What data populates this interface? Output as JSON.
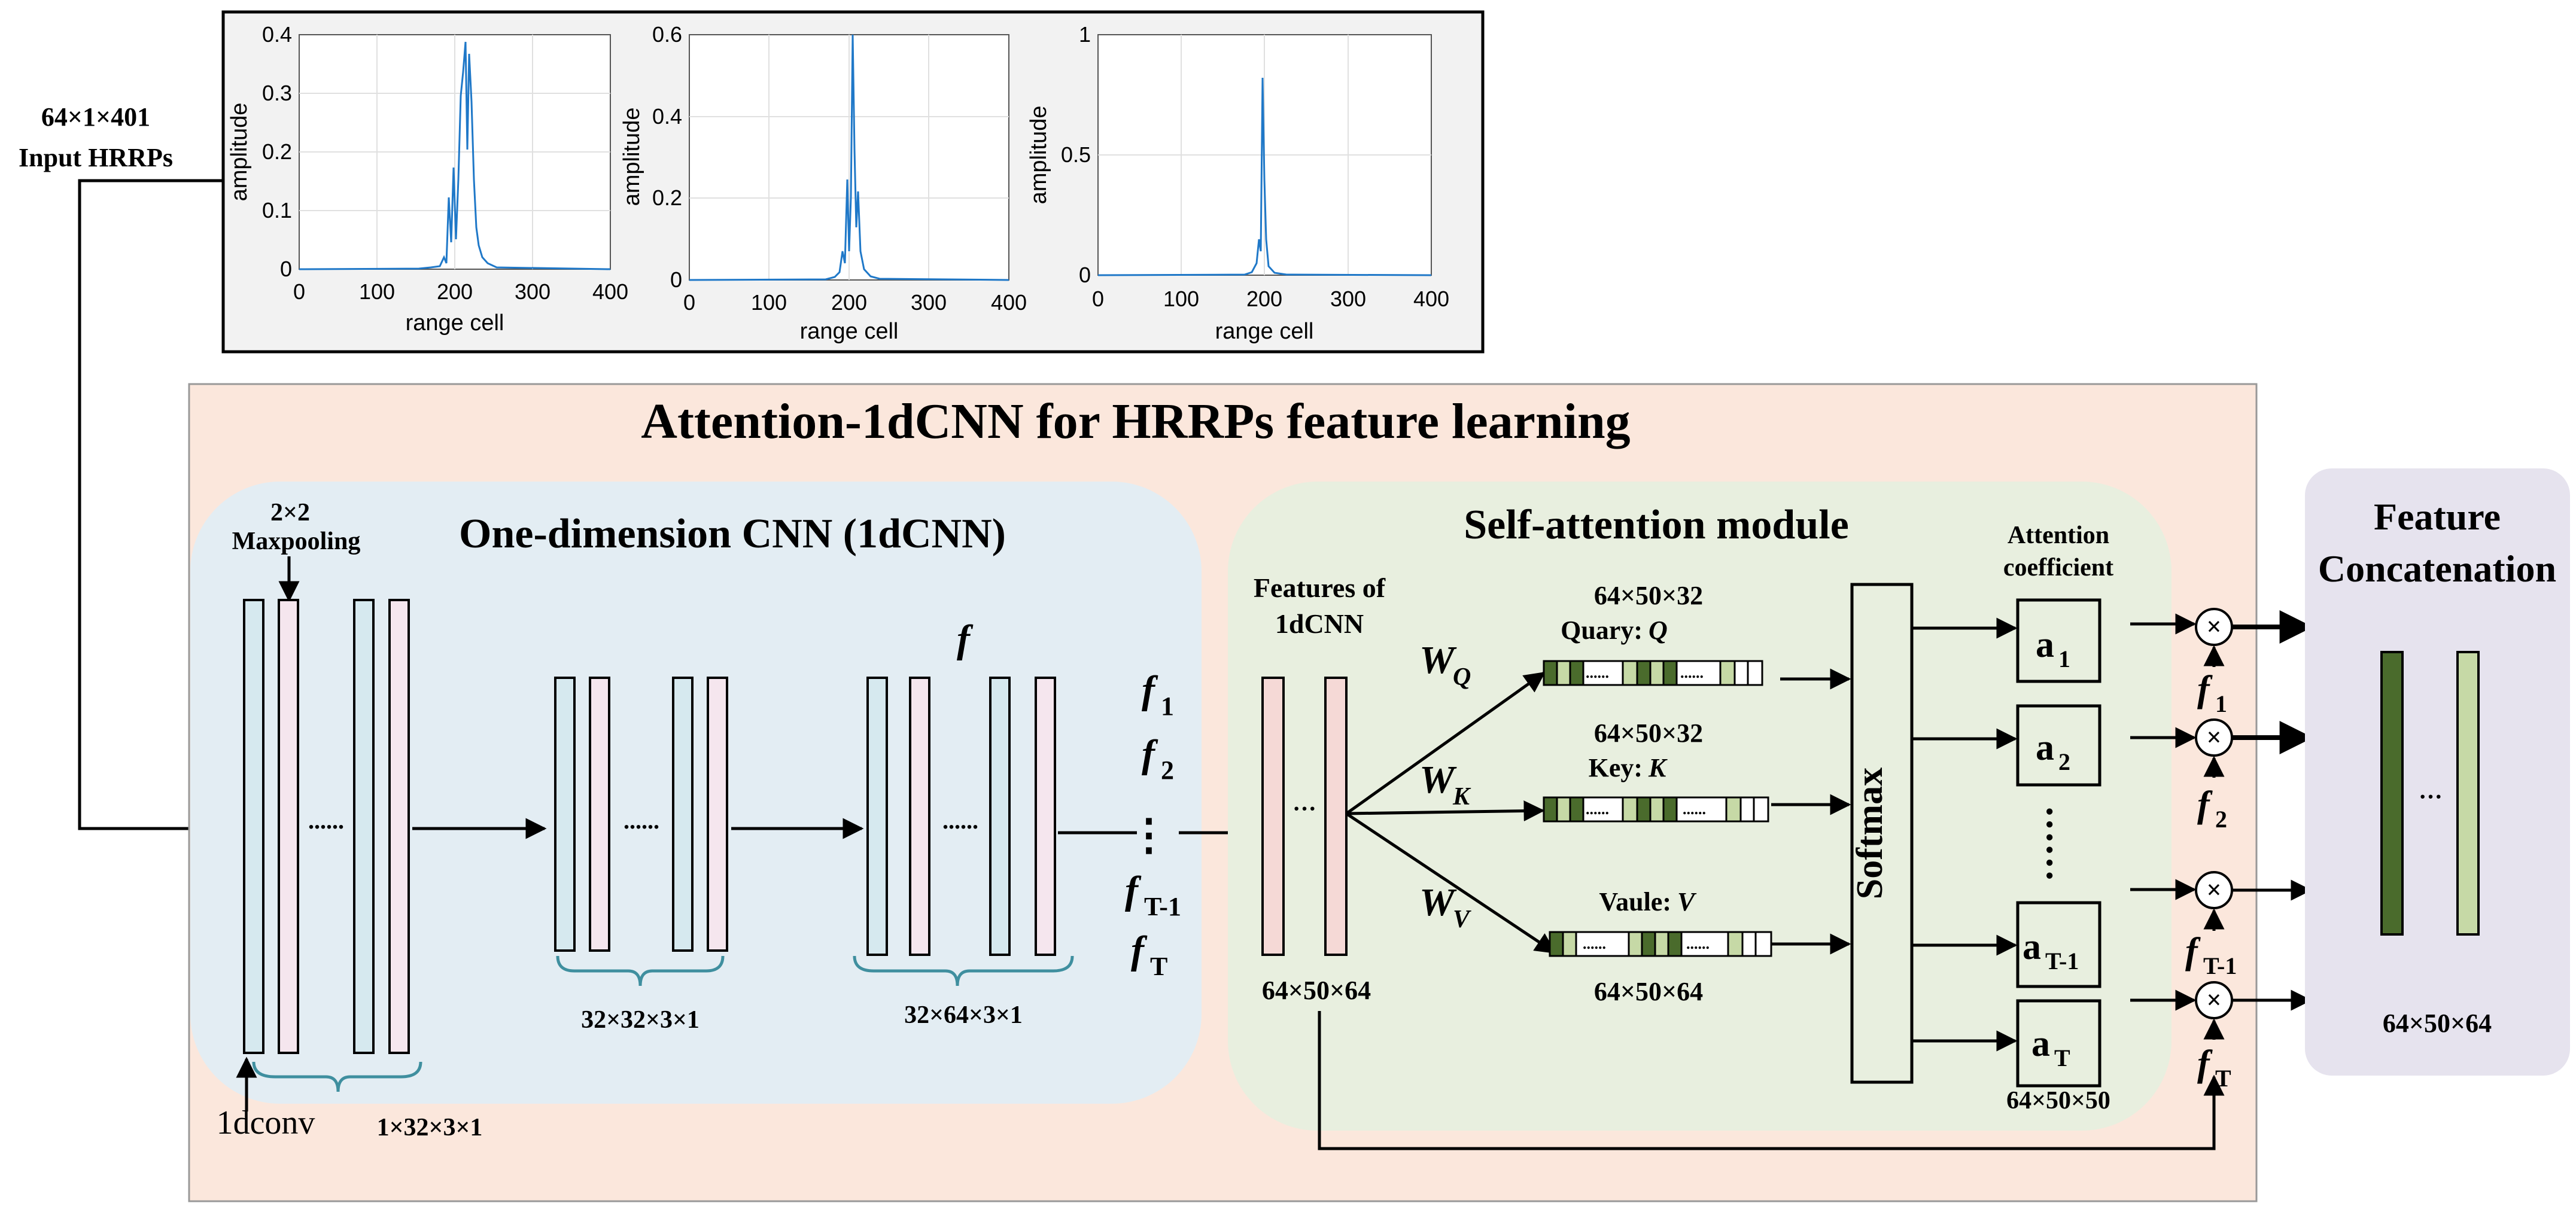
{
  "input": {
    "dims": "64×1×401",
    "label": "Input HRRPs"
  },
  "plots": [
    {
      "name": "plot-1",
      "xlabel": "range cell",
      "ylabel": "amplitude",
      "xticks": [
        "0",
        "100",
        "200",
        "300",
        "400"
      ],
      "yticks": [
        "0",
        "0.1",
        "0.2",
        "0.3",
        "0.4"
      ],
      "ymax": 0.4,
      "peak": 0.39
    },
    {
      "name": "plot-2",
      "xlabel": "range cell",
      "ylabel": "amplitude",
      "xticks": [
        "0",
        "100",
        "200",
        "300",
        "400"
      ],
      "yticks": [
        "0",
        "0.2",
        "0.4",
        "0.6"
      ],
      "ymax": 0.6,
      "peak": 0.6
    },
    {
      "name": "plot-3",
      "xlabel": "range cell",
      "ylabel": "amplitude",
      "xticks": [
        "0",
        "100",
        "200",
        "300",
        "400"
      ],
      "yticks": [
        "0",
        "0.5",
        "1"
      ],
      "ymax": 1,
      "peak": 0.82
    }
  ],
  "main_title": "Attention-1dCNN for HRRPs feature learning",
  "cnn": {
    "title": "One-dimension CNN (1dCNN)",
    "maxpool_dims": "2×2",
    "maxpool_label": "Maxpooling",
    "conv_label": "1dconv",
    "dims1": "1×32×3×1",
    "dims2": "32×32×3×1",
    "dims3": "32×64×3×1",
    "f_label": "f",
    "dots": "......",
    "outputs": [
      {
        "base": "f",
        "sub": "1"
      },
      {
        "base": "f",
        "sub": "2"
      },
      {
        "base": "f",
        "sub": "T-1"
      },
      {
        "base": "f",
        "sub": "T"
      }
    ],
    "vdots": "⋮"
  },
  "attention": {
    "title": "Self-attention module",
    "features_label_1": "Features of",
    "features_label_2": "1dCNN",
    "features_dims": "64×50×64",
    "features_dots": "···",
    "wq": {
      "base": "W",
      "sub": "Q"
    },
    "wk": {
      "base": "W",
      "sub": "K"
    },
    "wv": {
      "base": "W",
      "sub": "V"
    },
    "q_dims": "64×50×32",
    "q_label": "Quary:",
    "q_sym": "Q",
    "k_dims": "64×50×32",
    "k_label": "Key:",
    "k_sym": "K",
    "v_label": "Vaule:",
    "v_sym": "V",
    "v_dims": "64×50×64",
    "softmax": "Softmax",
    "coef_label_1": "Attention",
    "coef_label_2": "coefficient",
    "coefs": [
      {
        "base": "a",
        "sub": "1"
      },
      {
        "base": "a",
        "sub": "2"
      },
      {
        "base": "a",
        "sub": "T-1"
      },
      {
        "base": "a",
        "sub": "T"
      }
    ],
    "coef_dims": "64×50×50",
    "multiply": "×",
    "f_out": [
      {
        "base": "f",
        "sub": "1"
      },
      {
        "base": "f",
        "sub": "2"
      },
      {
        "base": "f",
        "sub": "T-1"
      },
      {
        "base": "f",
        "sub": "T"
      }
    ]
  },
  "concat": {
    "title_1": "Feature",
    "title_2": "Concatenation",
    "dots": "···",
    "dims": "64×50×64"
  },
  "colors": {
    "plot_line": "#1f78c8",
    "outer_panel": "#fbe7dc",
    "cnn_panel": "#e3edf3",
    "attn_panel": "#e8efdf",
    "concat_panel": "#e6e3ee",
    "dark_green": "#4a6b2c",
    "light_green": "#c6d9a6",
    "teal_bracket": "#3f8f9f"
  }
}
